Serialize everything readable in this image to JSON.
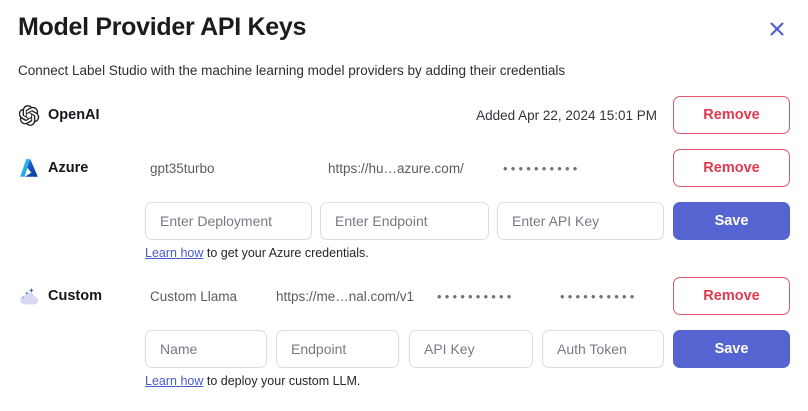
{
  "dialog": {
    "title": "Model Provider API Keys",
    "subtitle": "Connect Label Studio with the machine learning model providers by adding their credentials",
    "close_icon": "close-icon",
    "accent_color": "#5664d2",
    "danger_color": "#e0394f",
    "link_color": "#4a5ad0"
  },
  "providers": [
    {
      "id": "openai",
      "name": "OpenAI",
      "icon": "openai-logo-icon",
      "added_text": "Added Apr 22, 2024 15:01 PM",
      "remove_label": "Remove"
    },
    {
      "id": "azure",
      "name": "Azure",
      "icon": "azure-logo-icon",
      "deployment": "gpt35turbo",
      "endpoint": "https://hu…azure.com/",
      "api_key_masked": "••••••••••",
      "remove_label": "Remove",
      "save_label": "Save",
      "fields": [
        {
          "name": "deployment",
          "placeholder": "Enter Deployment",
          "value": ""
        },
        {
          "name": "endpoint",
          "placeholder": "Enter Endpoint",
          "value": ""
        },
        {
          "name": "api-key",
          "placeholder": "Enter API Key",
          "value": ""
        }
      ],
      "help": {
        "link_text": "Learn how",
        "rest_text": " to get your Azure credentials."
      }
    },
    {
      "id": "custom",
      "name": "Custom",
      "icon": "custom-sparkle-cloud-icon",
      "model_name": "Custom Llama",
      "endpoint": "https://me…nal.com/v1",
      "api_key_masked": "••••••••••",
      "auth_token_masked": "••••••••••",
      "remove_label": "Remove",
      "save_label": "Save",
      "fields": [
        {
          "name": "name",
          "placeholder": "Name",
          "value": ""
        },
        {
          "name": "endpoint",
          "placeholder": "Endpoint",
          "value": ""
        },
        {
          "name": "api-key",
          "placeholder": "API Key",
          "value": ""
        },
        {
          "name": "auth-token",
          "placeholder": "Auth Token",
          "value": ""
        }
      ],
      "help": {
        "link_text": "Learn how",
        "rest_text": " to deploy your custom LLM."
      }
    }
  ]
}
